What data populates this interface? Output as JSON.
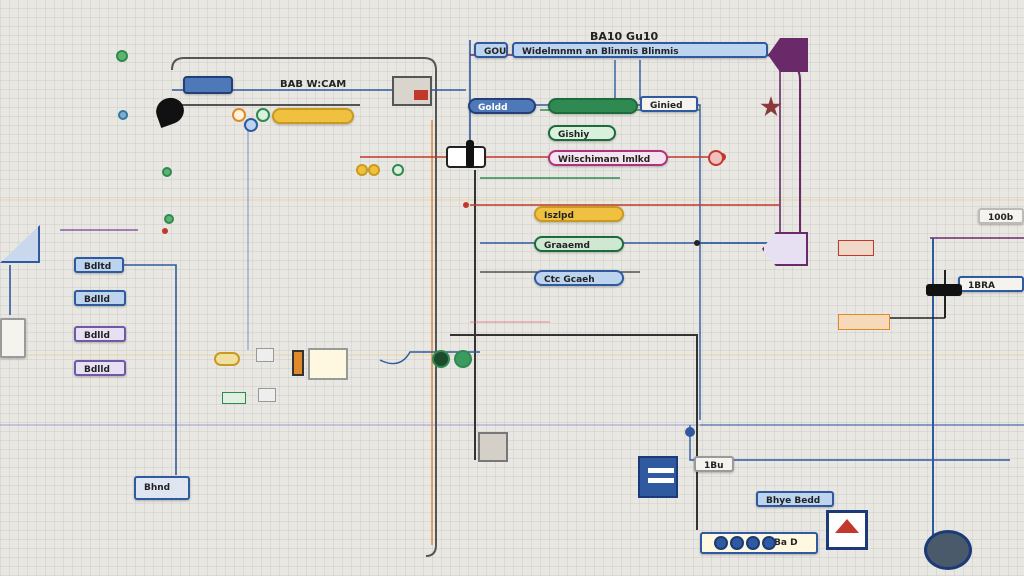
{
  "labels": {
    "header_code": "BA10 Gu10",
    "top_bar": "Widelmnmn an  Blinmis Blinmis",
    "top_bar_tag": "GOU",
    "left_title": "BAB W:CAM",
    "left_tag": "",
    "left_gold": "",
    "center_node": "Goldd",
    "center_green": "",
    "center_green_tag": "Ginied",
    "center_sub_green": "Gishiy",
    "center_pink": "Wilschimam lmlkd",
    "center_gold2": "Iszlpd",
    "center_green2": "Graaemd",
    "center_blue2": "Ctc Gcaeh",
    "top_right_icons": "",
    "right_top_label": "100b",
    "right_mid_label": "1BRA",
    "left_list": [
      "Bdltd",
      "Bdlld",
      "Bdlld",
      "Bdlld"
    ],
    "left_small": "",
    "bottom_left_tile": "Bhnd",
    "bottom_center_label": "1Bu",
    "bottom_right_label": "Bhye Bedd",
    "bottom_dots_label": "Ba D"
  },
  "colors": {
    "blue": "#2f5aa0",
    "green": "#2f8a52",
    "gold": "#f0c040",
    "purple": "#6a2a6a",
    "red": "#c0392b",
    "orange": "#e07a20",
    "dark": "#333333"
  },
  "icons": {
    "top_left_arrow": "arrow-icon",
    "bottom_right_badge": "shield-icon",
    "right_pen": "pen-icon"
  }
}
